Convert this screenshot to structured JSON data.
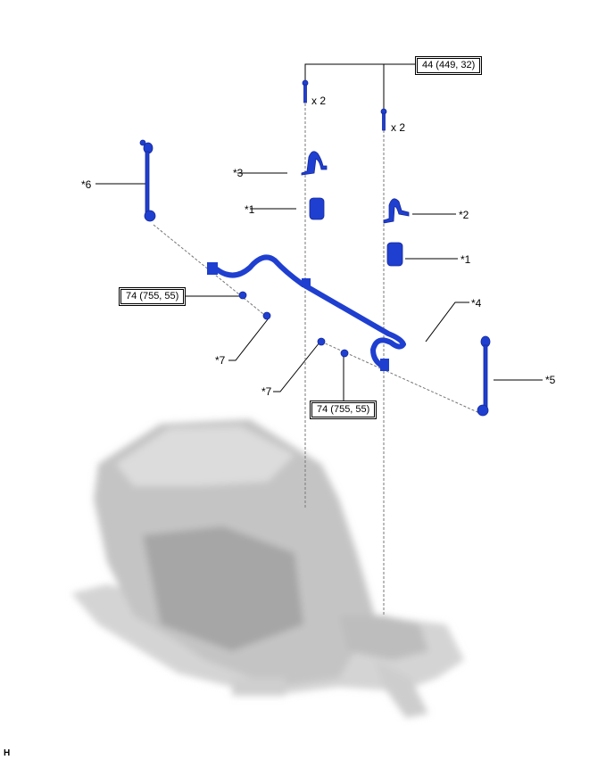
{
  "torque_labels": {
    "bolt": "44 (449, 32)",
    "nut_left": "74 (755, 55)",
    "nut_bottom": "74 (755, 55)"
  },
  "quantity_labels": {
    "bolt_left": "x 2",
    "bolt_right": "x 2"
  },
  "callouts": {
    "c3": "*3",
    "c1_left": "*1",
    "c2": "*2",
    "c1_right": "*1",
    "c6": "*6",
    "c4": "*4",
    "c5": "*5",
    "c7_left": "*7",
    "c7_bottom": "*7"
  },
  "corner_code": "H",
  "colors": {
    "part": "#1f3fd0",
    "engine": "#c8c8c8"
  }
}
